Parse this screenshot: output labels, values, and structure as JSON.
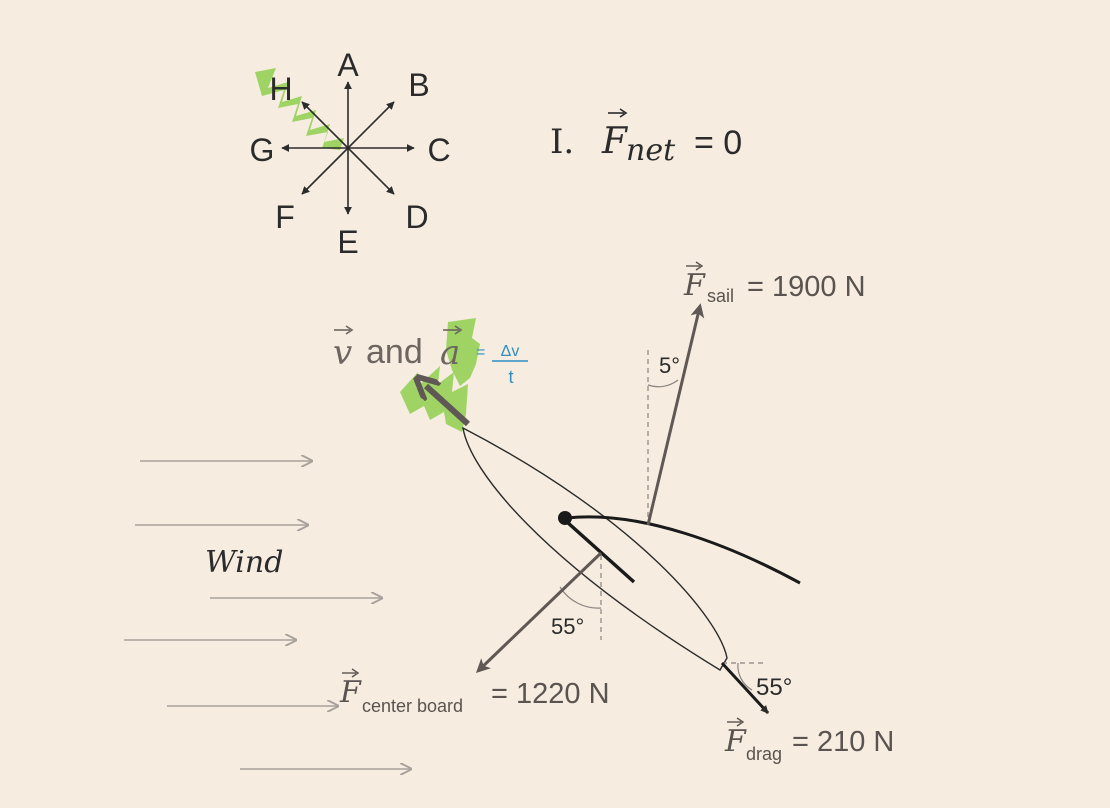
{
  "colors": {
    "background": "#f6ede0",
    "ink": "#2b2b2b",
    "vector_gray": "#5f5854",
    "wind_gray": "#a7a19b",
    "highlight_green": "#8fcf4f",
    "annotation_blue": "#2f8fc2"
  },
  "compass": {
    "labels": [
      "A",
      "B",
      "C",
      "D",
      "E",
      "F",
      "G",
      "H"
    ]
  },
  "statement": {
    "numeral": "I.",
    "symbol": "F",
    "subscript": "net",
    "relation": "= 0"
  },
  "velocity_label": {
    "v_symbol": "v",
    "and_text": "and",
    "a_symbol": "a",
    "note_equals": "=",
    "note_numerator": "Δv",
    "note_denominator": "t"
  },
  "wind_label": "Wind",
  "forces": {
    "sail": {
      "symbol": "F",
      "subscript": "sail",
      "value": "= 1900 N",
      "angle_label": "5°"
    },
    "center_board": {
      "symbol": "F",
      "subscript": "center board",
      "value": "= 1220 N",
      "angle_label": "55°"
    },
    "drag": {
      "symbol": "F",
      "subscript": "drag",
      "value": "= 210 N",
      "angle_label": "55°"
    }
  }
}
